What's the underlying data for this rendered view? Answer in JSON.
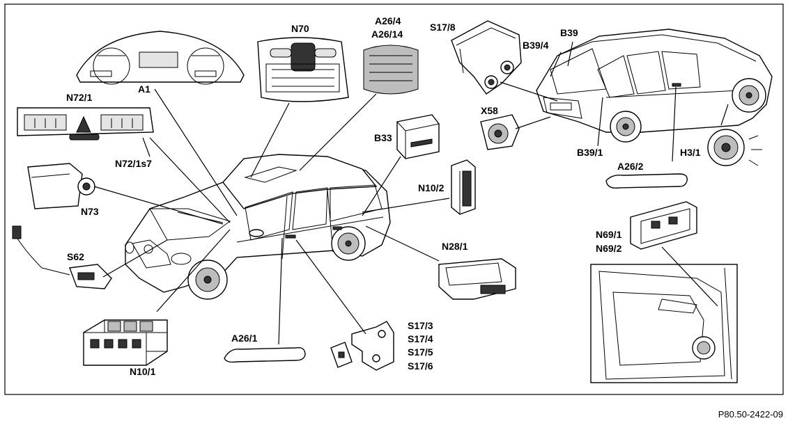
{
  "diagram": {
    "labels": {
      "a1": "A1",
      "n70": "N70",
      "a26_4": "A26/4",
      "a26_14": "A26/14",
      "s17_8": "S17/8",
      "b39_4": "B39/4",
      "b39": "B39",
      "n72_1": "N72/1",
      "n72_1s7": "N72/1s7",
      "x58": "X58",
      "b33": "B33",
      "b39_1": "B39/1",
      "a26_2": "A26/2",
      "h3_1": "H3/1",
      "n73": "N73",
      "n10_2": "N10/2",
      "s62": "S62",
      "n28_1": "N28/1",
      "n69_1": "N69/1",
      "n69_2": "N69/2",
      "a26_1": "A26/1",
      "s17_3": "S17/3",
      "s17_4": "S17/4",
      "s17_5": "S17/5",
      "s17_6": "S17/6",
      "n10_1": "N10/1"
    },
    "reference": "P80.50-2422-09"
  }
}
